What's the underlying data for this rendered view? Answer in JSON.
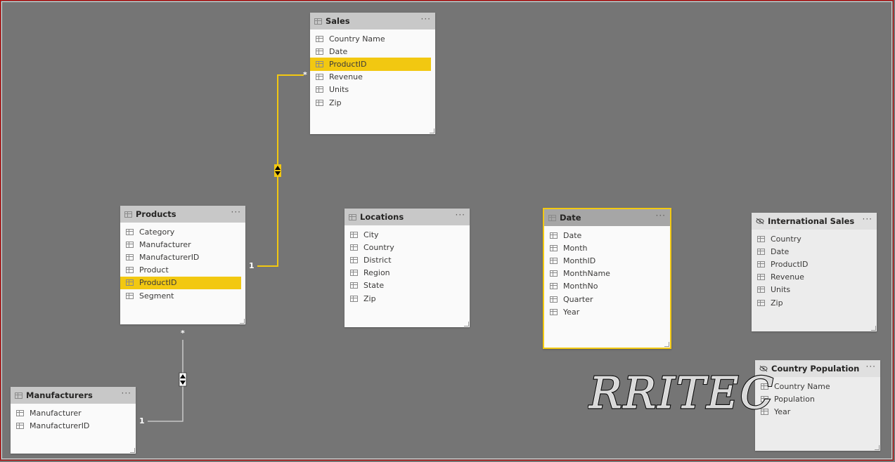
{
  "tables": {
    "sales": {
      "title": "Sales",
      "more": "···",
      "fields": [
        "Country Name",
        "Date",
        "ProductID",
        "Revenue",
        "Units",
        "Zip"
      ]
    },
    "products": {
      "title": "Products",
      "more": "···",
      "fields": [
        "Category",
        "Manufacturer",
        "ManufacturerID",
        "Product",
        "ProductID",
        "Segment"
      ]
    },
    "locations": {
      "title": "Locations",
      "more": "···",
      "fields": [
        "City",
        "Country",
        "District",
        "Region",
        "State",
        "Zip"
      ]
    },
    "date": {
      "title": "Date",
      "more": "···",
      "fields": [
        "Date",
        "Month",
        "MonthID",
        "MonthName",
        "MonthNo",
        "Quarter",
        "Year"
      ]
    },
    "international_sales": {
      "title": "International Sales",
      "more": "···",
      "fields": [
        "Country",
        "Date",
        "ProductID",
        "Revenue",
        "Units",
        "Zip"
      ]
    },
    "manufacturers": {
      "title": "Manufacturers",
      "more": "···",
      "fields": [
        "Manufacturer",
        "ManufacturerID"
      ]
    },
    "country_population": {
      "title": "Country Population",
      "more": "···",
      "fields": [
        "Country Name",
        "Population",
        "Year"
      ]
    }
  },
  "relationships": {
    "products_sales": {
      "one_label": "1",
      "many_label": "*"
    },
    "manufacturers_products": {
      "one_label": "1",
      "many_label": "*"
    }
  },
  "watermark": {
    "text": "RRITEC"
  },
  "colors": {
    "canvas": "#757575",
    "highlight": "#f2c811",
    "relationship_line": "#f2c811",
    "frame": "#c00000"
  },
  "icons": {
    "table_field": "table-grid-icon",
    "hidden_table": "eye-hidden-icon",
    "cross_filter": "double-arrow-icon"
  }
}
